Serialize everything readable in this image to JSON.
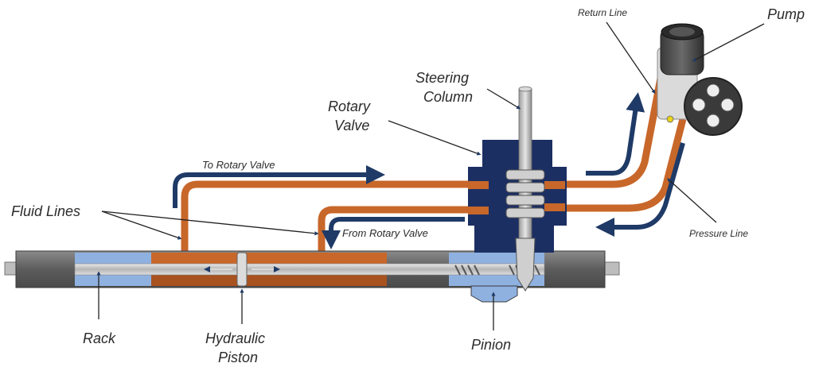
{
  "labels": {
    "pump": "Pump",
    "return_line": "Return Line",
    "steering_column_1": "Steering",
    "steering_column_2": "Column",
    "rotary_valve_1": "Rotary",
    "rotary_valve_2": "Valve",
    "to_rotary_valve": "To Rotary Valve",
    "from_rotary_valve": "From Rotary Valve",
    "fluid_lines": "Fluid Lines",
    "pressure_line": "Pressure Line",
    "rack": "Rack",
    "hydraulic_piston_1": "Hydraulic",
    "hydraulic_piston_2": "Piston",
    "pinion": "Pinion"
  },
  "colors": {
    "fluid": "#c8672a",
    "fluid_dark": "#a85220",
    "flow_arrow": "#1f3a66",
    "housing_dark": "#1c2f63",
    "cylinder_gray": "#6d6d6d",
    "chamber_blue": "#8fb1e0",
    "shaft_gray": "#c9c9c9"
  }
}
